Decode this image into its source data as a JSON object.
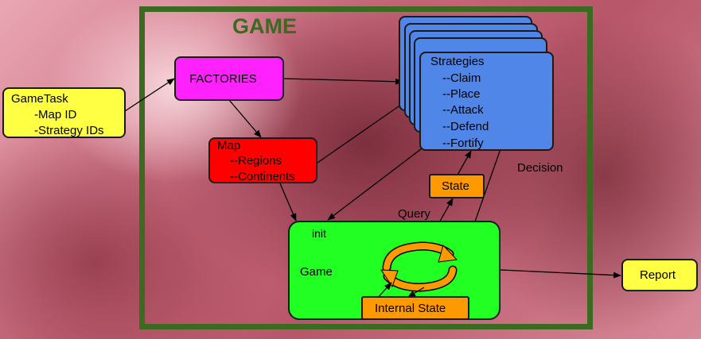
{
  "diagram": {
    "title": "GAME",
    "gametask": {
      "title": "GameTask",
      "lines": [
        "-Map ID",
        "-Strategy IDs"
      ]
    },
    "factories": {
      "label": "FACTORIES"
    },
    "map": {
      "title": "Map",
      "lines": [
        "--Regions",
        "--Continents"
      ]
    },
    "strategies": {
      "title": "Strategies",
      "lines": [
        "--Claim",
        "--Place",
        "--Attack",
        "--Defend",
        "--Fortify"
      ]
    },
    "state": {
      "label": "State"
    },
    "game": {
      "init": "init",
      "label": "Game",
      "internal_state": "Internal State"
    },
    "report": {
      "label": "Report"
    },
    "edge_labels": {
      "decision": "Decision",
      "query": "Query"
    },
    "colors": {
      "frame": "#3a6b21",
      "gametask": "#ffff44",
      "factories": "#ff22ff",
      "map": "#ff0000",
      "strategies": "#4f86e8",
      "state": "#ff9900",
      "game": "#22ff22",
      "report": "#ffff44"
    }
  }
}
